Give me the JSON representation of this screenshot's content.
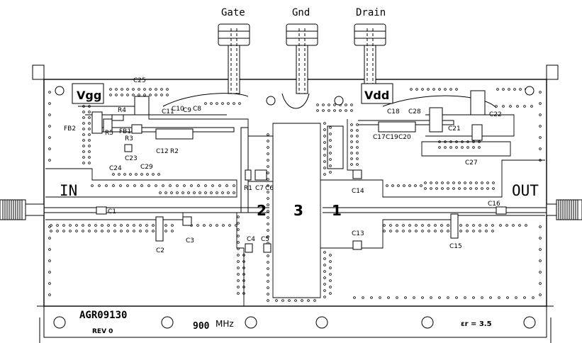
{
  "terminals": {
    "gate": "Gate",
    "gnd": "Gnd",
    "drain": "Drain"
  },
  "supply_labels": {
    "vgg": "Vgg",
    "vdd": "Vdd"
  },
  "ports": {
    "input": "IN",
    "output": "OUT"
  },
  "section_numbers": [
    "2",
    "3",
    "1"
  ],
  "components": {
    "C25": "C25",
    "R4": "R4",
    "C11": "C11",
    "C10": "C10",
    "C9": "C9",
    "C8": "C8",
    "FB2": "FB2",
    "R5": "R5",
    "FB1": "FB1",
    "R3": "R3",
    "C12": "C12",
    "R2": "R2",
    "C23": "C23",
    "C29": "C29",
    "C24": "C24",
    "R1": "R1",
    "C7": "C7",
    "C6": "C6",
    "C1": "C1",
    "C2": "C2",
    "C3": "C3",
    "C4": "C4",
    "C5": "C5",
    "C18": "C18",
    "C28": "C28",
    "C22": "C22",
    "C17": "C17",
    "C19": "C19",
    "C20": "C20",
    "C21": "C21",
    "C27": "C27",
    "C14": "C14",
    "C13": "C13",
    "C16": "C16",
    "C15": "C15"
  },
  "footer": {
    "part_number": "AGR09130",
    "revision": "REV 0",
    "frequency_value": "900",
    "frequency_unit": "MHz",
    "dielectric": "εr = 3.5"
  }
}
